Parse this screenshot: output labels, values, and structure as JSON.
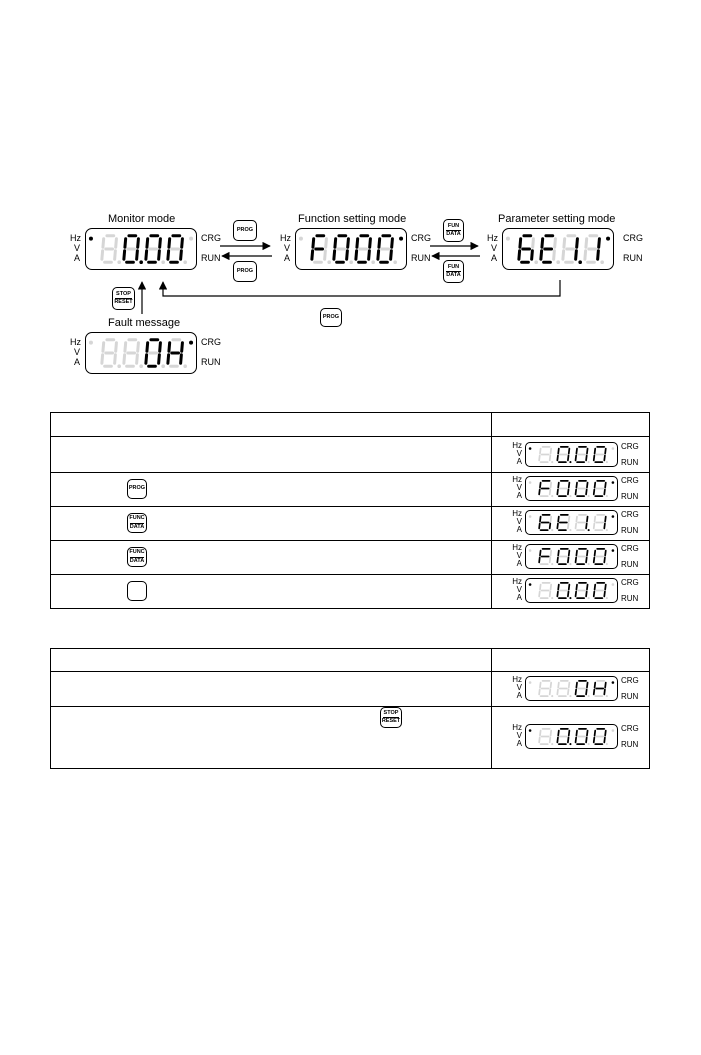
{
  "diagram": {
    "monitor_title": "Monitor mode",
    "function_title": "Function setting mode",
    "parameter_title": "Parameter setting mode",
    "fault_title": "Fault message"
  },
  "units": {
    "hz": "Hz",
    "v": "V",
    "a": "A"
  },
  "indicators": {
    "crg": "CRG",
    "run": "RUN"
  },
  "keys": {
    "prog": "PROG",
    "fun": "FUN",
    "func": "FUNC",
    "data": "DATA",
    "stop": "STOP",
    "reset": "RESET"
  },
  "displays": {
    "monitor": "0.00",
    "function": "F000",
    "parameter": "6E1.1",
    "fault": "0H"
  },
  "colors": {
    "segment_on": "#000000",
    "segment_off": "#d6d6d6"
  }
}
